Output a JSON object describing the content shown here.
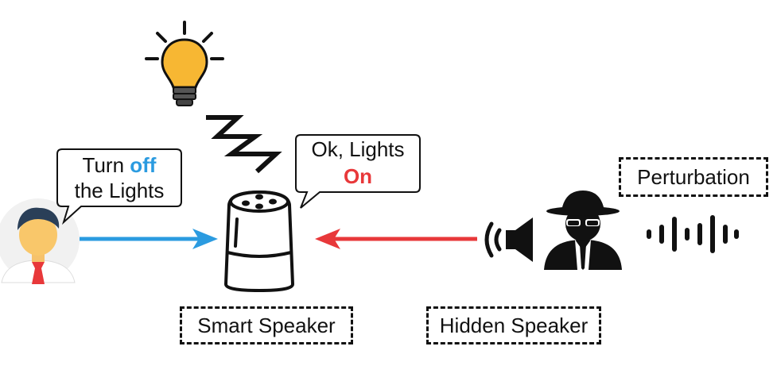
{
  "user_bubble": {
    "line1_prefix": "Turn ",
    "line1_keyword": "off",
    "line2": "the Lights"
  },
  "speaker_bubble": {
    "line1": "Ok, Lights",
    "line2_keyword": "On"
  },
  "labels": {
    "smart_speaker": "Smart Speaker",
    "hidden_speaker": "Hidden Speaker",
    "perturbation": "Perturbation"
  },
  "colors": {
    "user_command": "#2b9be0",
    "attack_command": "#e8383a",
    "bulb": "#f7b733"
  }
}
